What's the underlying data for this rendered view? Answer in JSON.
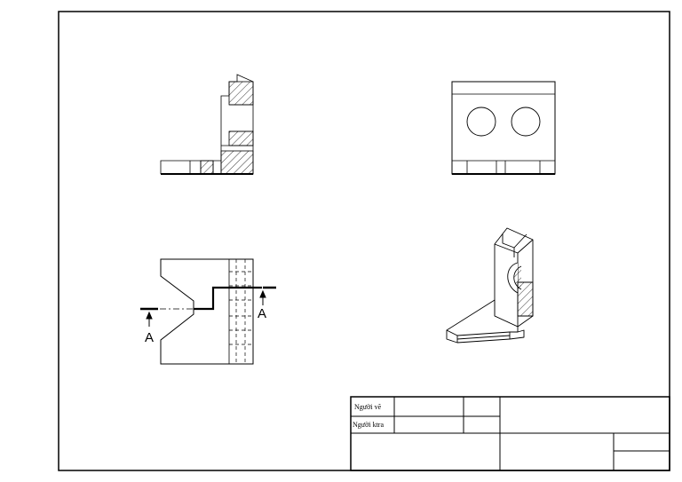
{
  "drawing": {
    "section_markers": {
      "left_letter": "A",
      "right_letter": "A"
    }
  },
  "title_block": {
    "drawn_by_label": "Người vẽ",
    "checked_by_label": "Người ktra"
  }
}
